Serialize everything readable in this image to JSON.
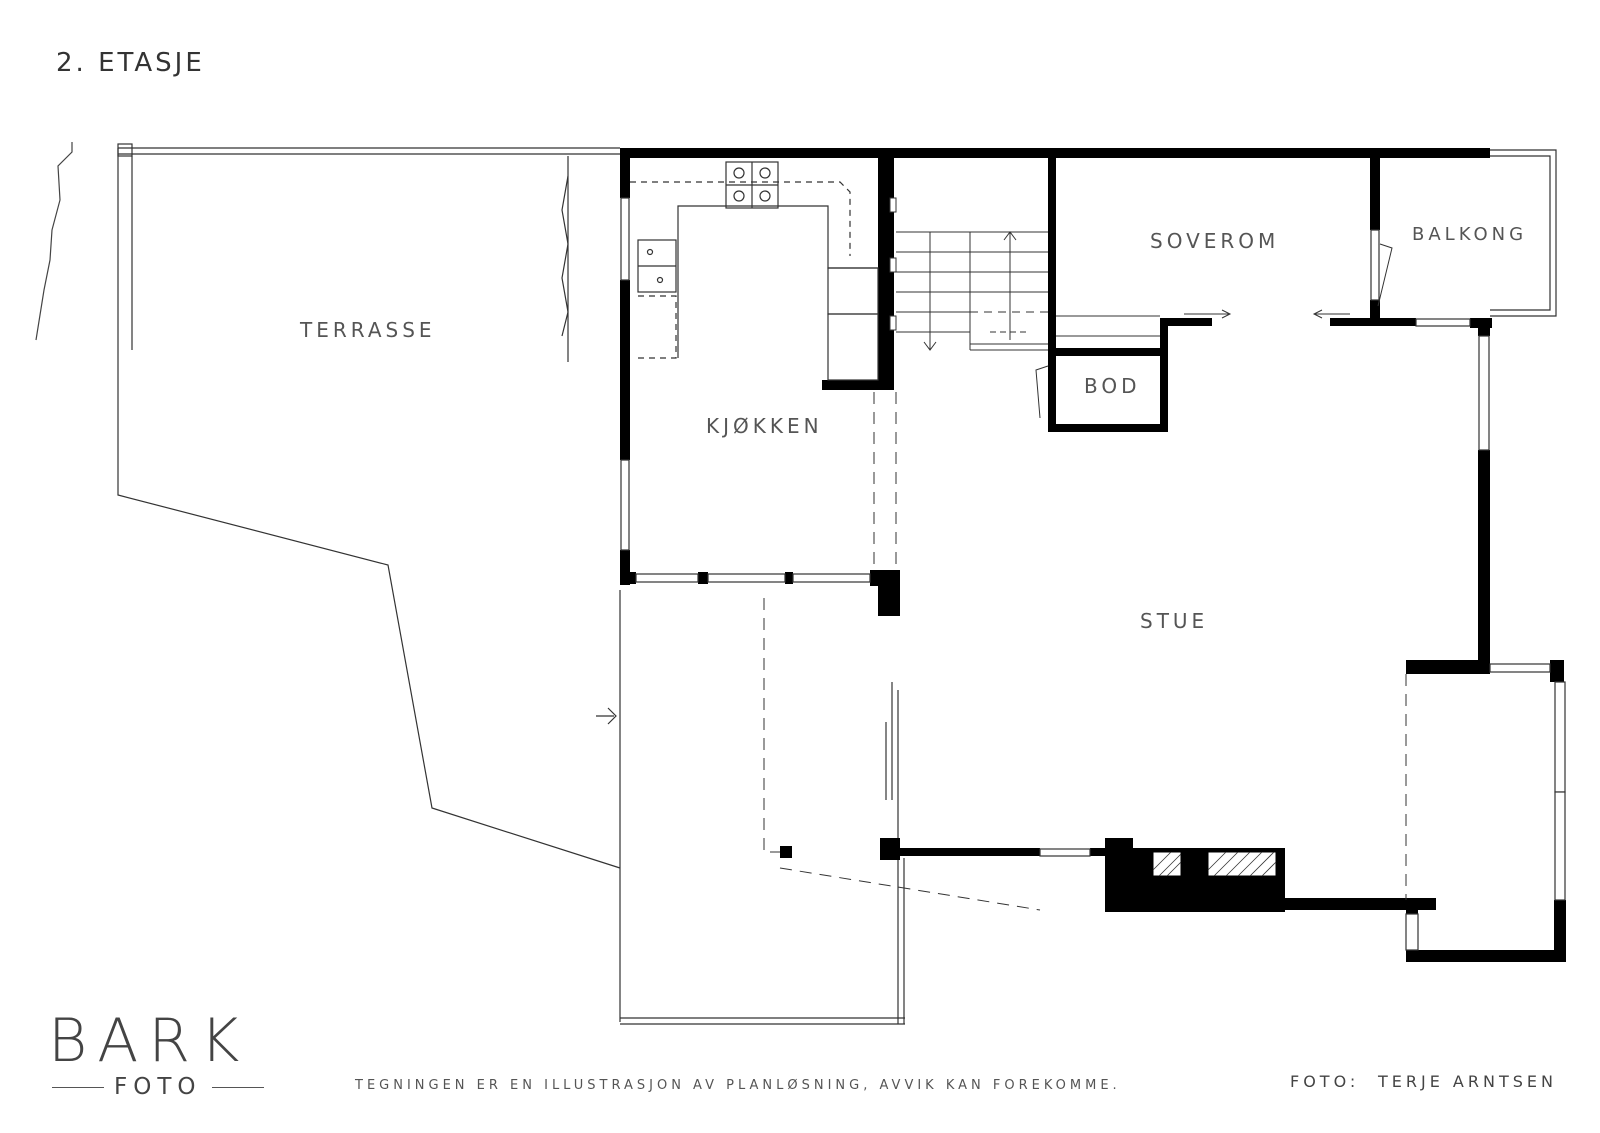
{
  "floor_title": "2. ETASJE",
  "rooms": {
    "terrasse": "TERRASSE",
    "kjokken": "KJØKKEN",
    "soverom": "SOVEROM",
    "balkong": "BALKONG",
    "bod": "BOD",
    "stue": "STUE"
  },
  "logo": {
    "main": "BARK",
    "sub": "FOTO"
  },
  "footer": {
    "disclaimer": "TEGNINGEN ER EN ILLUSTRASJON AV PLANLØSNING, AVVIK KAN FOREKOMME.",
    "photo_label": "FOTO:",
    "photographer": "TERJE ARNTSEN"
  }
}
